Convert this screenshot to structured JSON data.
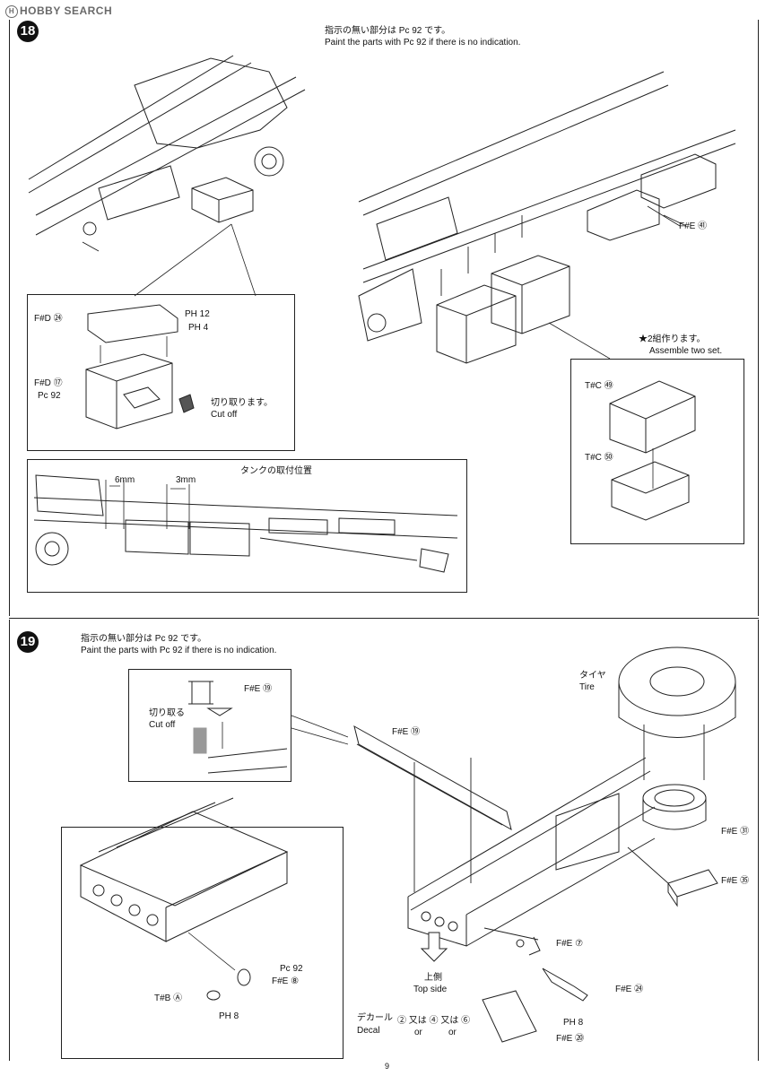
{
  "watermark": "HOBBY SEARCH",
  "page_number": "9",
  "step18": {
    "number": "18",
    "note_jp": "指示の無い部分は Pc 92 です。",
    "note_en": "Paint the parts with Pc 92 if there is no indication.",
    "labels": {
      "fd24": "F#D ㉔",
      "ph12": "PH 12",
      "ph4": "PH 4",
      "fd17": "F#D ⑰",
      "pc92": "Pc 92",
      "cutoff_jp": "切り取ります。",
      "cutoff_en": "Cut off",
      "tank_position": "タンクの取付位置",
      "dim6": "6mm",
      "dim3": "3mm",
      "fe41": "F#E ㊶",
      "assemble_jp": "★2組作ります。",
      "assemble_en": "Assemble two set.",
      "tc49": "T#C ㊾",
      "tc50": "T#C ㊿"
    }
  },
  "step19": {
    "number": "19",
    "note_jp": "指示の無い部分は Pc 92 です。",
    "note_en": "Paint the parts with Pc 92 if there is no indication.",
    "labels": {
      "fe19a": "F#E ⑲",
      "cutoff_jp": "切り取る",
      "cutoff_en": "Cut off",
      "fe19b": "F#E ⑲",
      "tire_jp": "タイヤ",
      "tire_en": "Tire",
      "fe31": "F#E ㉛",
      "fe35": "F#E ㉟",
      "fe7": "F#E ⑦",
      "topside_jp": "上側",
      "topside_en": "Top side",
      "fe24": "F#E ㉔",
      "ph8a": "PH 8",
      "fe20": "F#E ⑳",
      "pc92": "Pc 92",
      "fe8": "F#E ⑧",
      "tba": "T#B Ⓐ",
      "ph8b": "PH 8",
      "decal_jp": "デカール",
      "decal_en": "Decal",
      "decal_opts": "② 又は ④ 又は ⑥",
      "or1": "or",
      "or2": "or"
    }
  }
}
